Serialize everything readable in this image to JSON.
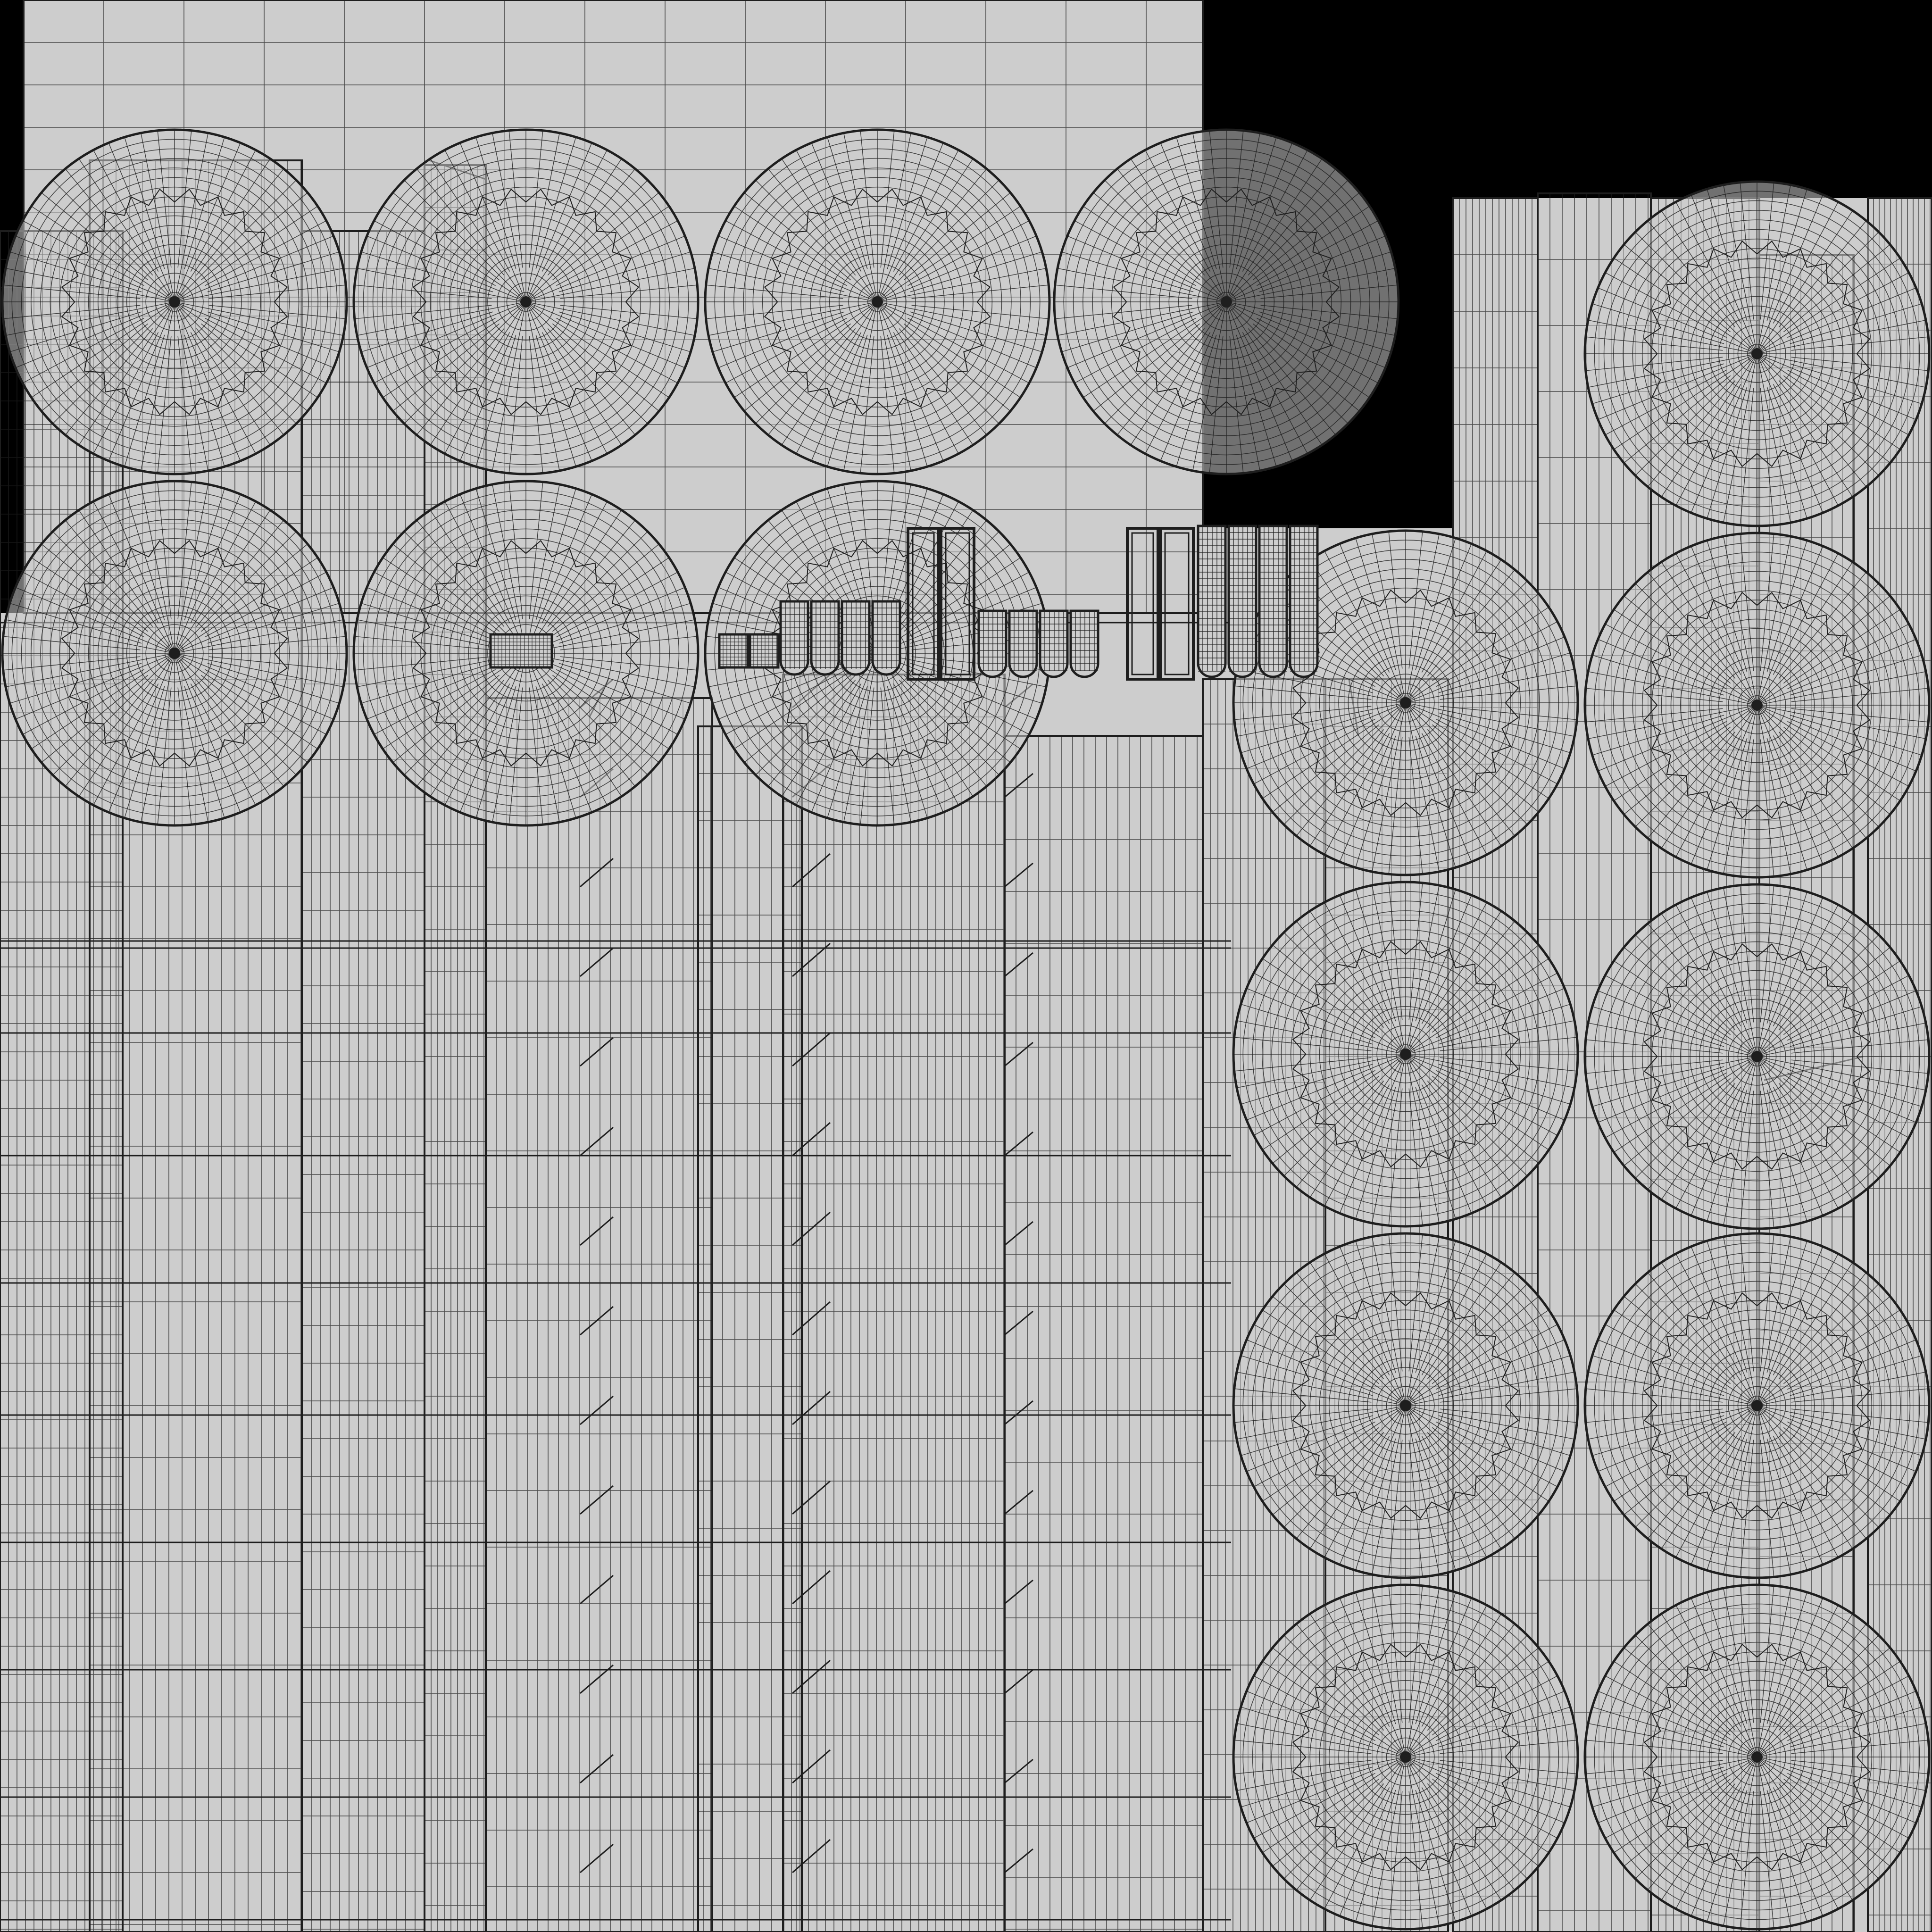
{
  "colors": {
    "background": "#000000",
    "island_fill": "#cdcdcd",
    "wire": "#1e1e1e"
  },
  "icons": [
    "uv-disc-island",
    "uv-strip-island",
    "uv-capsule-island"
  ]
}
